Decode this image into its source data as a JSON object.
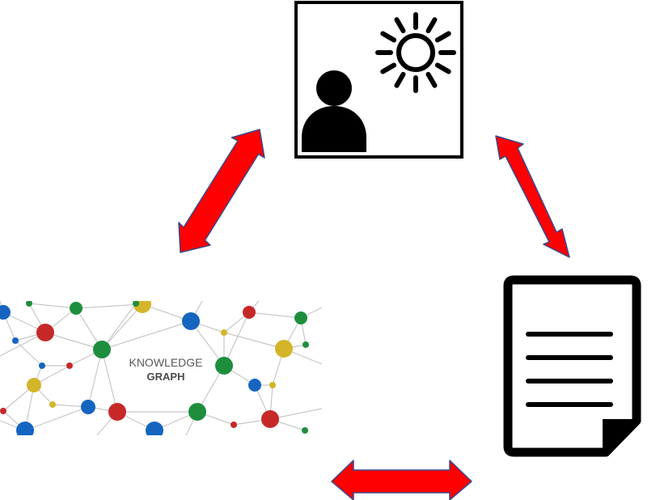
{
  "colors": {
    "arrow_fill": "#ff0000",
    "arrow_stroke": "#3b4a8c",
    "icon_black": "#000000",
    "kg_edge": "#c8c8c8",
    "kg_red": "#c62828",
    "kg_green": "#1e8e3e",
    "kg_blue": "#1565c0",
    "kg_yellow": "#d4b52a",
    "kg_text": "#595959",
    "kg_text_bold": "#4a4a4a"
  },
  "nodes": {
    "top": {
      "icon": "person-sun-icon"
    },
    "left": {
      "icon": "knowledge-graph-image",
      "line1": "KNOWLEDGE",
      "line2": "GRAPH"
    },
    "right": {
      "icon": "document-icon"
    }
  },
  "arrows": [
    {
      "from": "top",
      "to": "left",
      "type": "double-headed"
    },
    {
      "from": "top",
      "to": "right",
      "type": "double-headed"
    },
    {
      "from": "left",
      "to": "right",
      "type": "double-headed"
    }
  ]
}
